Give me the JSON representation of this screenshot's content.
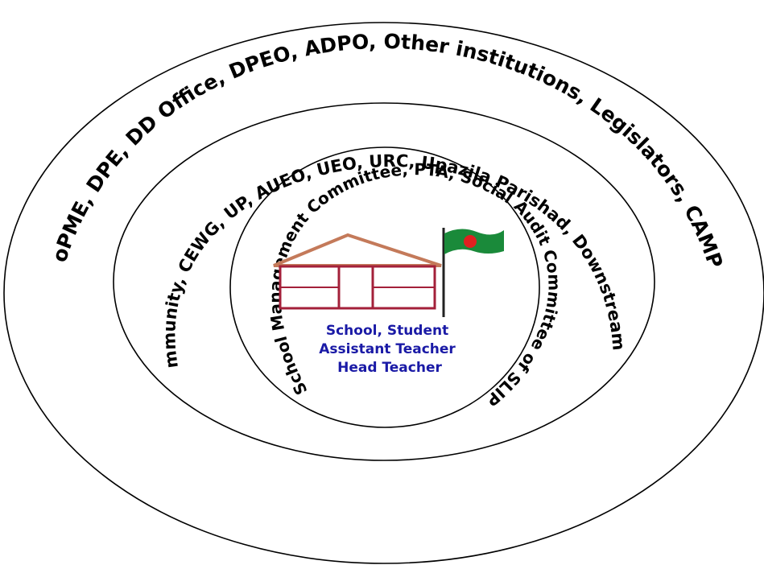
{
  "rings": {
    "outer_label": "MoPME, DPE, DD Office, DPEO, ADPO, Other institutions, Legislators, CAMPE",
    "middle_label": "Local Community, CEWG, UP, AUEO, UEO, URC, Upazila Parishad, Downstream partners",
    "inner_label": "School Management Committee, PTA, Social Audit Committee of SLIP"
  },
  "center": {
    "line1": "School, Student",
    "line2": "Assistant Teacher",
    "line3": "Head Teacher",
    "text_color": "#1a1aa6"
  },
  "colors": {
    "roof": "#c47a5a",
    "walls": "#a3203a",
    "flag_green": "#1a8a3a",
    "flag_red": "#e02020"
  }
}
